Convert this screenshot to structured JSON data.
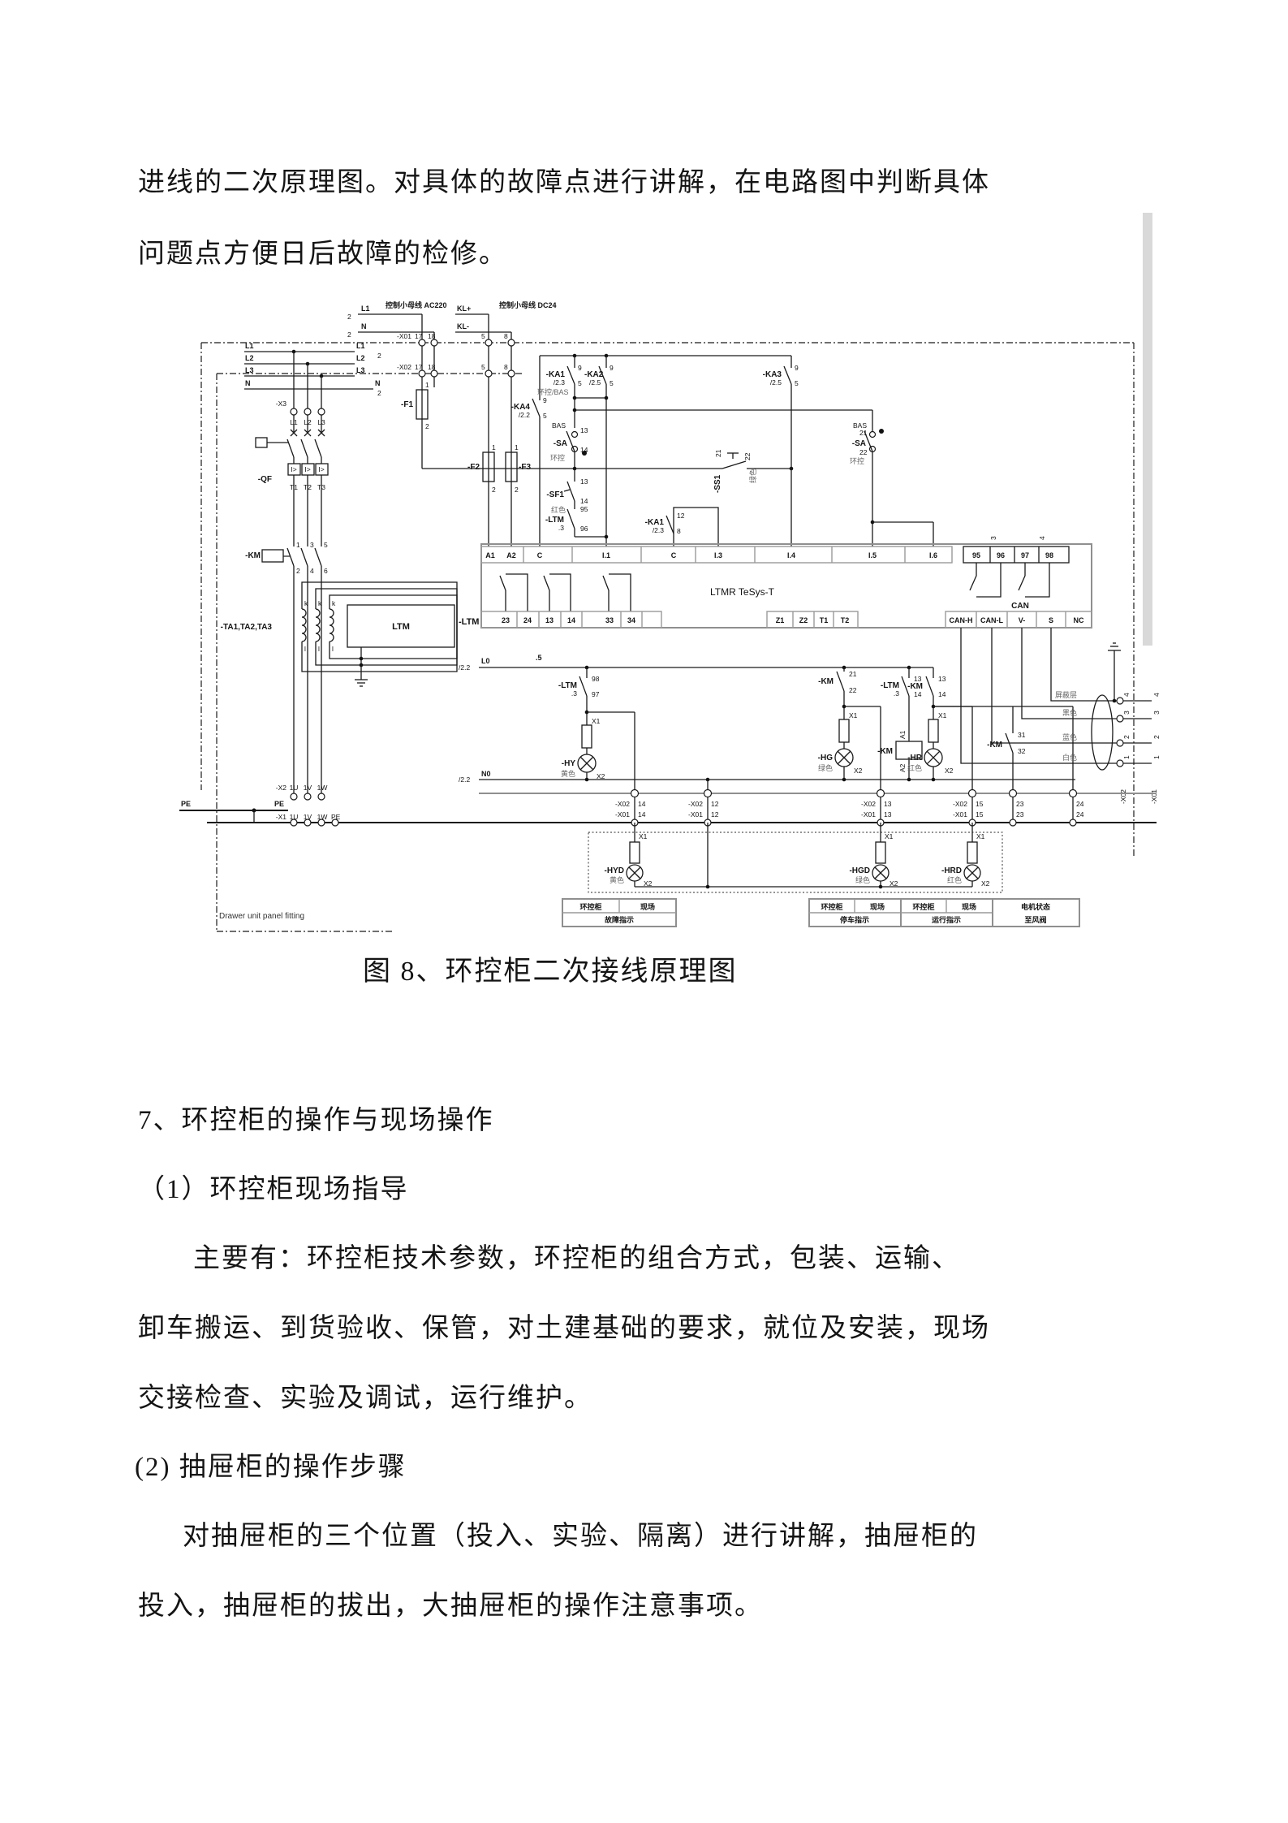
{
  "page": {
    "p1l1": "进线的二次原理图。对具体的故障点进行讲解，在电路图中判断具体",
    "p1l2": "问题点方便日后故障的检修。",
    "caption": "图 8、环控柜二次接线原理图",
    "s7": "7、环控柜的操作与现场操作",
    "i1h": "（1）环控柜现场指导",
    "i1l1": "主要有：环控柜技术参数，环控柜的组合方式，包装、运输、",
    "i1l2": "卸车搬运、到货验收、保管，对土建基础的要求，就位及安装，现场",
    "i1l3": "交接检查、实验及调试，运行维护。",
    "i2h": "(2) 抽屉柜的操作步骤",
    "i2l1": "对抽屉柜的三个位置（投入、实验、隔离）进行讲解，抽屉柜的",
    "i2l2": "投入，抽屉柜的拔出，大抽屉柜的操作注意事项。"
  },
  "diagram": {
    "feeds": {
      "ref2": "2",
      "l1": "L1",
      "n": "N",
      "ac_note": "控制小母线 AC220",
      "klp": "KL+",
      "kln": "KL-",
      "dc_note": "控制小母线 DC24",
      "x01": "-X01",
      "x02": "-X02",
      "p17": "17",
      "p18": "18",
      "p5": "5",
      "p8": "8"
    },
    "buses": {
      "l1": "L1",
      "l2": "L2",
      "l3": "L3",
      "n": "N",
      "ref2": "2",
      "x3": "-X3"
    },
    "qf": {
      "name": "-QF",
      "t1": "T1",
      "t2": "T2",
      "t3": "T3",
      "ip": "I>"
    },
    "km": {
      "name": "-KM",
      "p1": "1",
      "p2": "2",
      "p3": "3",
      "p4": "4",
      "p5": "5",
      "p6": "6"
    },
    "ta": {
      "name": "-TA1,TA2,TA3",
      "k": "k",
      "l": "l"
    },
    "ltm": {
      "box": "LTM",
      "ref": "-LTM"
    },
    "fuses": {
      "f1": "-F1",
      "f2": "-F2",
      "f3": "-F3",
      "p1": "1",
      "p2": "2"
    },
    "ladder": {
      "ka1": "-KA1",
      "ka2": "-KA2",
      "ka3": "-KA3",
      "ka4": "-KA4",
      "r23": "/2.3",
      "r25": "/2.5",
      "r22": "/2.2",
      "p9": "9",
      "p5": "5",
      "p12": "12",
      "p8": "8",
      "hkbas": "环控/BAS",
      "bas": "BAS",
      "hk": "环控",
      "sa": "-SA",
      "p13": "13",
      "p14": "14",
      "p21": "21",
      "p22": "22",
      "sf1": "-SF1",
      "red": "红色",
      "ltm": "-LTM",
      "d3": ".3",
      "p95": "95",
      "p96": "96",
      "ss1": "-SS1",
      "green": "绿色"
    },
    "ltmr": {
      "title": "LTMR TeSys-T",
      "can_label": "CAN",
      "d5": ".5",
      "r3": "3",
      "r4": "4",
      "top": [
        "A1",
        "A2",
        "C",
        "I.1",
        "C",
        "I.3",
        "I.4",
        "I.5",
        "I.6"
      ],
      "fault": [
        "95",
        "96",
        "97",
        "98"
      ],
      "out": [
        "23",
        "24",
        "13",
        "14",
        "33",
        "34"
      ],
      "temp": [
        "Z1",
        "Z2",
        "T1",
        "T2"
      ],
      "can": [
        "CAN-H",
        "CAN-L",
        "V-",
        "S",
        "NC"
      ]
    },
    "rungs": {
      "ref22": "/2.2",
      "l0": "L0",
      "n0": "N0",
      "x1": "X1",
      "x2": "X2",
      "hy": "-HY",
      "yellow": "黄色",
      "hg": "-HG",
      "green": "绿色",
      "hr": "-HR",
      "red": "红色",
      "km": "-KM",
      "ltm": "-LTM",
      "d3": ".3",
      "a1": "A1",
      "a2": "A2",
      "p97": "97",
      "p98": "98",
      "p13": "13",
      "p14": "14",
      "p21": "21",
      "p22": "22",
      "p31": "31",
      "p32": "32"
    },
    "terms": {
      "x02": "-X02",
      "x01": "-X01",
      "pins": [
        "14",
        "12",
        "13",
        "15"
      ],
      "p23": "23",
      "p24": "24"
    },
    "left": {
      "x2": "-X2",
      "x1": "-X1",
      "u": "1U",
      "v": "1V",
      "w": "1W",
      "pe": "PE"
    },
    "can": {
      "shield": "屏蔽层",
      "black": "黑色",
      "blue": "蓝色",
      "white": "白色",
      "pins": [
        "4",
        "3",
        "2",
        "1"
      ],
      "x02": "-X02",
      "x01": "-X01"
    },
    "box2": {
      "hyd": "-HYD",
      "hgd": "-HGD",
      "hrd": "-HRD",
      "yellow": "黄色",
      "green": "绿色",
      "red": "红色",
      "x1": "X1",
      "x2": "X2"
    },
    "tables": [
      {
        "a": "环控柜",
        "b": "现场",
        "t": "故障指示"
      },
      {
        "a": "环控柜",
        "b": "现场",
        "t": "停车指示"
      },
      {
        "a": "环控柜",
        "b": "现场",
        "t": "运行指示"
      },
      {
        "a": "电机状态",
        "t": "至风阀"
      }
    ],
    "note": "Drawer unit panel fitting"
  }
}
